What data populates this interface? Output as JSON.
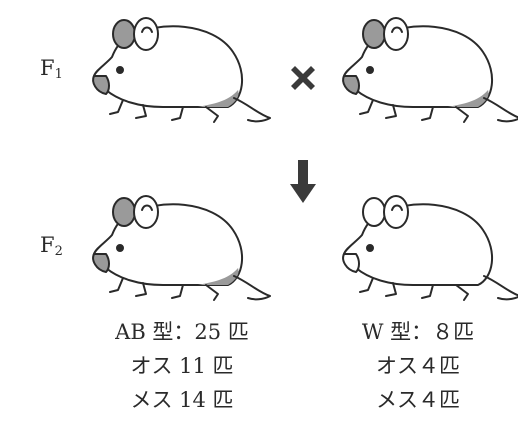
{
  "generations": {
    "f1": {
      "base": "F",
      "subscript": "1"
    },
    "f2": {
      "base": "F",
      "subscript": "2"
    }
  },
  "mice": {
    "f1_left": {
      "phenotype": "AB"
    },
    "f1_right": {
      "phenotype": "AB"
    },
    "f2_left": {
      "phenotype": "AB"
    },
    "f2_right": {
      "phenotype": "W"
    }
  },
  "results": {
    "ab": {
      "total": "AB 型：25 匹",
      "male": "オス 11 匹",
      "female": "メス 14 匹"
    },
    "w": {
      "total": "W 型：８匹",
      "male": "オス４匹",
      "female": "メス４匹"
    }
  },
  "colors": {
    "ink": "#2a2a2a",
    "patch": "#9a9a9a",
    "mark": "#3a3a3a"
  },
  "icons": {
    "cross": "cross-mark-icon",
    "arrow": "down-arrow-icon"
  }
}
